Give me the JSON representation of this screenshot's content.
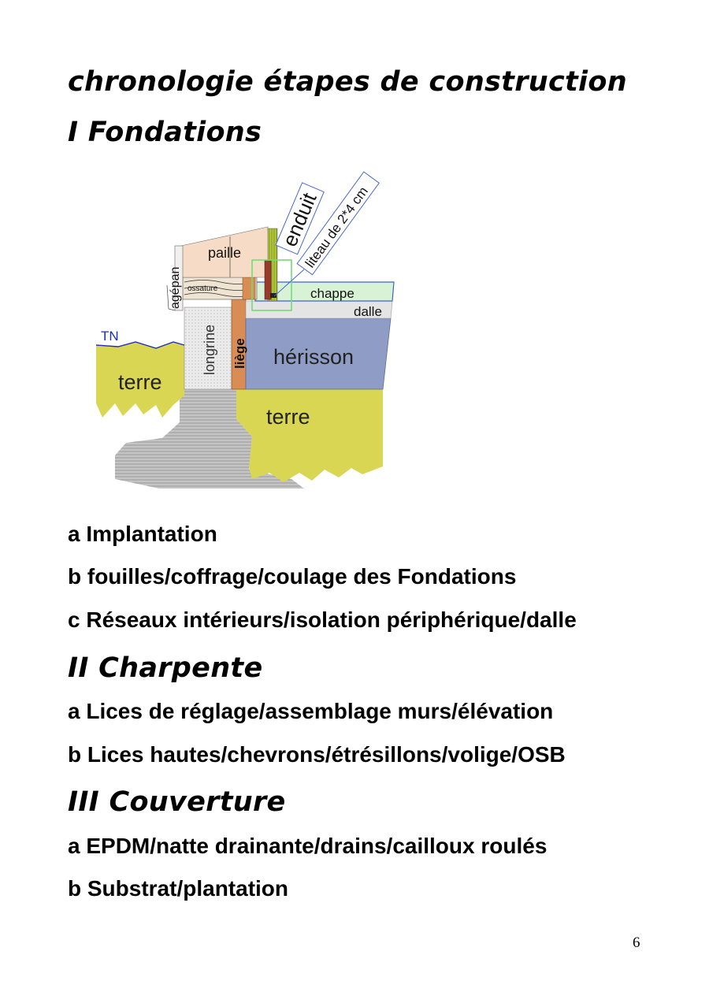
{
  "title": "chronologie étapes de construction",
  "sections": [
    {
      "heading": "I Fondations",
      "items": [
        "a Implantation",
        "b fouilles/coffrage/coulage des Fondations",
        "c Réseaux intérieurs/isolation périphérique/dalle"
      ]
    },
    {
      "heading": "II Charpente",
      "items": [
        "a Lices de réglage/assemblage murs/élévation",
        "b Lices hautes/chevrons/étrésillons/volige/OSB"
      ]
    },
    {
      "heading": "III Couverture",
      "items": [
        "a EPDM/natte drainante/drains/cailloux roulés",
        "b Substrat/plantation"
      ]
    }
  ],
  "diagram": {
    "labels": {
      "enduit": "enduit",
      "liteau": "liteau de 2*4 cm",
      "paille": "paille",
      "agepan": "agépan",
      "ossature": "ossature",
      "chappe": "chappe",
      "dalle": "dalle",
      "tn": "TN",
      "longrine": "longrine",
      "liege": "liège",
      "herisson": "hérisson",
      "terre_left": "terre",
      "terre_bottom": "terre"
    },
    "colors": {
      "terre": "#d8d652",
      "herisson": "#8f9dc6",
      "liege": "#d98d55",
      "paille": "#f6dcc6",
      "chappe": "#d8f2d6",
      "dalle": "#e4e4e4",
      "longrine": "#e8e8e8",
      "beton": "#b9b9b9",
      "tn": "#1c2fb8"
    }
  },
  "page_number": "6"
}
